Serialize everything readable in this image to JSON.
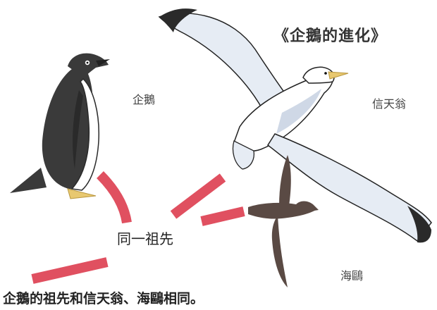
{
  "title": "《企鵝的進化》",
  "labels": {
    "penguin": "企鵝",
    "albatross": "信天翁",
    "petrel": "海鷗",
    "common_ancestor": "同一祖先"
  },
  "caption": "企鵝的祖先和信天翁、海鷗相同。",
  "colors": {
    "ancestor_line": "#e05060",
    "penguin_body": "#3a3a3a",
    "albatross_body": "#e6ecf4",
    "petrel_body": "#5a4a44",
    "beak_feet": "#e8c870"
  }
}
